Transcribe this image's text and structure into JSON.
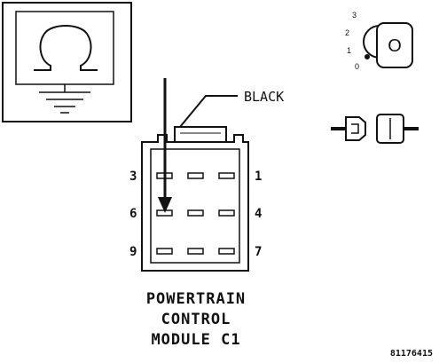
{
  "meter": {
    "symbol": "Ω",
    "icon": "ohmmeter-icon"
  },
  "ignition": {
    "icon": "ignition-key-icon",
    "positions": [
      "3",
      "2",
      "1",
      "0"
    ],
    "current_position": "0",
    "key_letter": "O"
  },
  "connector_icon": "disconnected-connector-icon",
  "wire": {
    "label": "BLACK"
  },
  "pins": {
    "left": [
      "3",
      "6",
      "9"
    ],
    "right": [
      "1",
      "4",
      "7"
    ]
  },
  "caption": {
    "line1": "POWERTRAIN",
    "line2": "CONTROL",
    "line3": "MODULE C1"
  },
  "figure_number": "81176415"
}
